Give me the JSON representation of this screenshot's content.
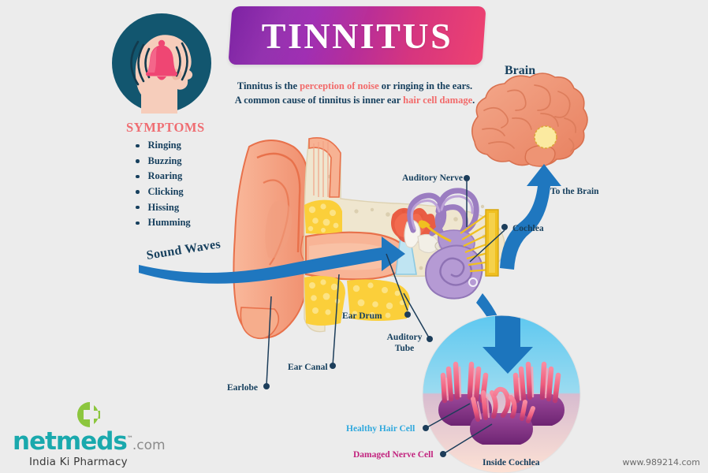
{
  "page": {
    "background_color": "#ececec",
    "watermark": "www.989214.com"
  },
  "banner": {
    "title": "TINNITUS",
    "gradient_from": "#7b1fa2",
    "gradient_to": "#ee4270"
  },
  "subtitle": {
    "line1_part1": "Tinnitus is the ",
    "line1_highlight": "perception of noise",
    "line1_part2": " or ringing in the ears.",
    "line2_part1": "A common cause of tinnitus is inner ear ",
    "line2_highlight": "hair cell damage",
    "line2_part2": ".",
    "text_color": "#17405e",
    "highlight_color": "#f26a6a"
  },
  "head_badge": {
    "icon": "head-with-ringing-bell-icon",
    "circle_color": "#12566f",
    "skin_color": "#f6cdbb",
    "bell_color": "#ef4673"
  },
  "symptoms": {
    "title": "SYMPTOMS",
    "title_color": "#ef6d72",
    "items": [
      {
        "label": "Ringing"
      },
      {
        "label": "Buzzing"
      },
      {
        "label": "Roaring"
      },
      {
        "label": "Clicking"
      },
      {
        "label": "Hissing"
      },
      {
        "label": "Humming"
      }
    ]
  },
  "diagram": {
    "brain_title": "Brain",
    "labels": [
      {
        "id": "auditory-nerve",
        "text": "Auditory Nerve",
        "color": "#17405e"
      },
      {
        "id": "to-the-brain",
        "text": "To the Brain",
        "color": "#17405e"
      },
      {
        "id": "cochlea",
        "text": "Cochlea",
        "color": "#17405e"
      },
      {
        "id": "sound-waves",
        "text": "Sound Waves",
        "color": "#17405e"
      },
      {
        "id": "ear-drum",
        "text": "Ear Drum",
        "color": "#17405e"
      },
      {
        "id": "auditory-tube-line1",
        "text": "Auditory",
        "color": "#17405e"
      },
      {
        "id": "auditory-tube-line2",
        "text": "Tube",
        "color": "#17405e"
      },
      {
        "id": "ear-canal",
        "text": "Ear Canal",
        "color": "#17405e"
      },
      {
        "id": "earlobe",
        "text": "Earlobe",
        "color": "#17405e"
      }
    ],
    "auditory_nerve": "Auditory Nerve",
    "to_the_brain": "To the Brain",
    "cochlea": "Cochlea",
    "sound_waves": "Sound Waves",
    "ear_drum": "Ear Drum",
    "auditory_tube_1": "Auditory",
    "auditory_tube_2": "Tube",
    "ear_canal": "Ear Canal",
    "earlobe": "Earlobe",
    "arrow_color": "#1f77bf",
    "skin_color": "#f4a181",
    "bone_color": "#efe6cf",
    "fat_color": "#fbcf3a",
    "cochlea_color": "#a98cc8",
    "brain_color": "#ef9274"
  },
  "cochlea_inset": {
    "caption": "Inside Cochlea",
    "healthy_label": "Healthy Hair Cell",
    "healthy_label_color": "#2fa8dd",
    "damaged_label": "Damaged Nerve Cell",
    "damaged_label_color": "#c2227e",
    "circle_top_color": "#6ecdf2",
    "circle_bottom_color": "#fbdfd2",
    "hair_color": "#f2667f",
    "base_color": "#8e3a92"
  },
  "logo": {
    "brand": "netmeds",
    "suffix": ".com",
    "tm": "™",
    "tagline": "India Ki Pharmacy",
    "brand_color": "#1aa9ad",
    "icon": "netmeds-cross-icon",
    "icon_color": "#8cc63e"
  }
}
